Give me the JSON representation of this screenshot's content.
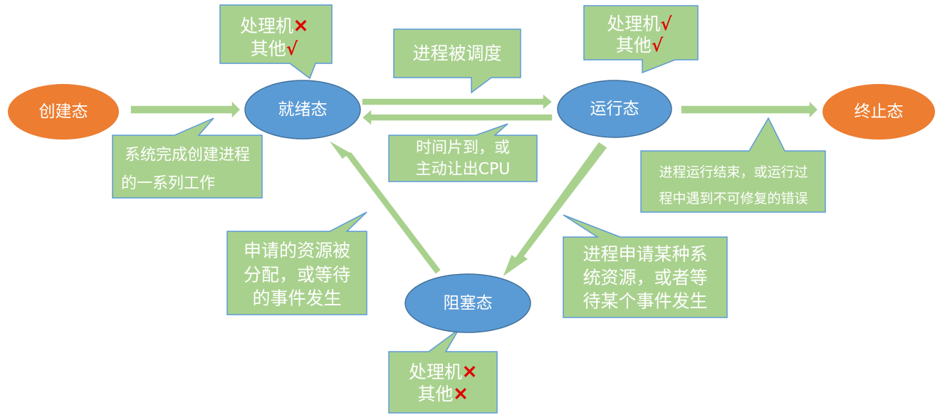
{
  "colors": {
    "accent_orange": "#ed7d31",
    "node_blue": "#5b9bd5",
    "arrow_green": "#a9d18e",
    "callout_green": "#a9d18e",
    "mark_red": "#e00000"
  },
  "nodes": {
    "create": "创建态",
    "ready": "就绪态",
    "running": "运行态",
    "terminated": "终止态",
    "blocked": "阻塞态"
  },
  "callouts": {
    "ready_resources": {
      "processor": "处理机",
      "processor_mark": "✕",
      "other": "其他",
      "other_mark": "√"
    },
    "running_resources": {
      "processor": "处理机",
      "processor_mark": "√",
      "other": "其他",
      "other_mark": "√"
    },
    "blocked_resources": {
      "processor": "处理机",
      "processor_mark": "✕",
      "other": "其他",
      "other_mark": "✕"
    },
    "scheduled": "进程被调度",
    "create_done": [
      "系统完成创建进程",
      "的一系列工作"
    ],
    "timeslice": [
      "时间片到，或",
      "主动让出CPU"
    ],
    "terminate": [
      "进程运行结束，或运行过",
      "程中遇到不可修复的错误"
    ],
    "resource_granted": [
      "申请的资源被",
      "分配，或等待",
      "的事件发生"
    ],
    "request_resource": [
      "进程申请某种系",
      "统资源，或者等",
      "待某个事件发生"
    ]
  }
}
